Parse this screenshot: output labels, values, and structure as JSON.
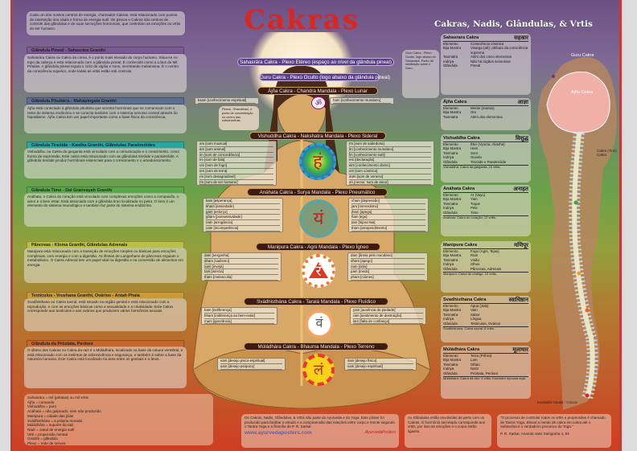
{
  "title": "Cakras",
  "right_title": "Cakras, Nadis, Glândulas, & Vrtis",
  "intro": "Cada um dos nossos centros de energia, chamados Cakras, está relacionado com pontos de interseção dos nádís e forma de energia sutil. Os plexos e Cakras são centros de controle das glândulas e de suas secreções hormonais, que controlam as emoções ou vrttis do ser humano.",
  "left_sections": [
    {
      "header": "Glândula Pineal - Sahasrára Granthi",
      "color": "#7a5a92",
      "text": "Sahasrára Cakra ou Cakra da coroa, é o ponto mais elevado do corpo humano. Situa-se no topo da cabeça e está relacionado com a glândula pineal. É conhecido como a Lótus de Mil Pétalas. A glândula pineal regula o ciclo de vigília e sono, secretando melatonina. É o centro da consciência superior, onde todas as vrttis estão sob controle."
    },
    {
      "header": "Glândula Pituitária - Mahápingala Granthi",
      "color": "#5a6e94",
      "text": "Ájña está conectado à glândula pituitária que secreta hormonas que se comunicam com o resto do sistema endócrino e se conecta também com o sistema nervoso central através do hipotálamo. Ájña Cakra tem um papel importante como a base física da consciência."
    },
    {
      "header": "Glândula Tireóide - Kantha Granthi, Glândulas Paratireóides",
      "color": "#2aa7a0",
      "text": "Vishuddha, ou Cakra da garganta está vinculado com a comunicação e o crescimento, como forma de expressão. Este cakra está relacionado com as glândulas tireóide e paratireóide. A glândula tireóide produz hormônios essenciais para o crescimento e o amadurecimento."
    },
    {
      "header": "Glândula Timo - Dal Granvayah Granthi",
      "color": "#5aa848",
      "text": "Anáhata, o Cakra do coração está vinculado com complexas emoções como a compaixão, o amor e o bem estar. Está associado com a glândula timo localizada no peito. O timo é um elemento do sistema imunológico e também faz parte do sistema endócrino."
    },
    {
      "header": "Pâncreas - Kloma Granthi, Glândulas Adrenais",
      "color": "#bcc040",
      "text": "Manipura está relacionado com a transição de emoções simples ou básicas para emoções complexas, com energia e com a digestão. As ilhotas de Langerhans do pâncreas regulam o metabolismo. O Cakra Adrenal tem um papel vital na digestão e na conversão de alimentos em energia."
    },
    {
      "header": "Testículos - Vrushana Granthi, Ovários - Antah Phala",
      "color": "#c89a38",
      "text": "Svadhisthana ou Cakra sacral, está situado na região genital e está relacionado com a reprodução, e com as emoções básicas como a sexualidade e a criatividade. Este Cakra corresponde aos testículos e aos ovários que produzem vários hormônios sexuais."
    },
    {
      "header": "Glândula da Próstata, Períneo",
      "color": "#c5662f",
      "text": "O último dos Cakras ou Cakra da raiz é o Múládhára, localizado na base da coluna vertebral, e está relacionado com os instintos de sobrevivência e segurança, e também é sobre a base da natureza humana. Este Cakra está localizado na área entre os genitais e o ânus."
    }
  ],
  "left_note": [
    "Sahasrára = mil (pétalas) ou mil vrttis",
    "Ájña = comando",
    "Vishuddha = puro",
    "Anáhata = não golpeado, som não produzido",
    "Manipura = cidade das jóias",
    "Svádhisthána = a própria morada",
    "Múládhára = suporte da raiz",
    "Nádí = canal de energia sutil",
    "Vrtti = propensão mental",
    "Granthi = glândula",
    "Plexo = rede de nervos"
  ],
  "chakra_bars": [
    {
      "label": "Sahasrára Cakra - Plexo Etéreo (espaço ao nível da glândula pineal)",
      "style": "purple"
    },
    {
      "label": "Guru Cakra - Plexo Oculto (logo abaixo da glândula pineal)",
      "style": "purple"
    },
    {
      "label": "Ájña Cakra - Chandra Mandala - Plexo Lunar",
      "style": "dark"
    },
    {
      "label": "Vishuddha Cakra - Nakshatra Mandala - Plexo Sideral",
      "style": "dark"
    },
    {
      "label": "Anáhata Cakra - Surya Mandala - Plexo Pneumático",
      "style": "dark"
    },
    {
      "label": "Manipura Cakra - Agni Mandala - Plexo Ígneo",
      "style": "dark"
    },
    {
      "label": "Svádhisthána Cakra - Taralá Mandala - Plexo Fluídico",
      "style": "dark"
    },
    {
      "label": "Múládhára Cakra - Bhauma Mandala - Plexo Terreno",
      "style": "dark"
    }
  ],
  "ajna_vrittis": {
    "left": "ksam [conhecimento espiritual]",
    "right": "ham [conhecimento mundano]"
  },
  "guru_note": "Guru Cakra - Plexo Oculto, logo abaixo do Sahasrára. Ponto de meditação sobre o Guru.",
  "pineal_note": "Pineal - Shambhavi, o ponto de concentração no centro das sobrancelhas.",
  "bija": {
    "vishuddha": "हं",
    "anahata": "यं",
    "manipura": "रं",
    "svadhisthana": "वं",
    "muladhara": "लं",
    "ajna": "ॐ"
  },
  "vrittis": {
    "vishuddha_left": [
      "am [som musical]",
      "ām [som animal]",
      "im [som de concordância]",
      "īm [som de fala]",
      "um [som de fogo]",
      "ūm [som de terra]",
      "ṛm [som desagradável]",
      "ṝm [som de ser humano]"
    ],
    "vishuddha_right": [
      "ṝm [som de sabedoria]",
      "ḷm [conhecimento mundano]",
      "ḹm [conhecimento sutil]",
      "em [declaração]",
      "aim [conhecimento divino]",
      "om [som cósmico]",
      "aum [som de veneno]",
      "ah [néctar, som de amor]"
    ],
    "anahata_left": [
      "kam [esperança]",
      "kham [ansiedade]",
      "gam [esforço]",
      "gham [possessividade]",
      "ṅam [arrogância]",
      "cam [incompetência]"
    ],
    "anahata_right": [
      "cham [depressão]",
      "jam [nervosismo]",
      "jham [apego]",
      "ñam [ego]",
      "ṭam [hipocrisia]",
      "ṭham [arrependimento]"
    ],
    "manipura_left": [
      "ḍam [vergonha]",
      "ḍham [sadismo]",
      "ṇam [inveja]",
      "tam [inércia]",
      "tham [melancolia]"
    ],
    "manipura_right": [
      "dam [ânsia pelo mundano]",
      "dham [apego]",
      "nam [ódio]",
      "pam [medo]",
      "pham [ciúmes]"
    ],
    "svadhisthana_left": [
      "bam [indiferença]",
      "bham [indiferença ao bem-estar]",
      "mam [ignorância]"
    ],
    "svadhisthana_right": [
      "yam [ausência de piedade]",
      "ram [sentimento de destruição]",
      "lam [falta de confiança]"
    ],
    "muladhara_left": [
      "vam [desejo psico-espiritual]",
      "ṣam [desejo psíquico]"
    ],
    "muladhara_right": [
      "śam [desejo físico]",
      "sam [desejo espiritual]"
    ]
  },
  "right_tables": [
    {
      "name": "Sahasrara Cakra",
      "dev": "सहस्रार",
      "rows": [
        [
          "Elemento",
          "Consciência cósmica"
        ],
        [
          "Bija Mantra",
          "Visarga (ah); atributo da consciência suprema"
        ],
        [
          "Tanmatra",
          "Além dos cinco elementos"
        ],
        [
          "Indriya",
          "Não há órgãos sensoriais"
        ],
        [
          "Glândula",
          "Pineal"
        ]
      ],
      "note": ""
    },
    {
      "name": "Ájña Cakra",
      "dev": "आज्ञा",
      "rows": [
        [
          "Elemento",
          "Mente (manas)"
        ],
        [
          "Bija Mantra",
          "Om"
        ],
        [
          "Tanmatra",
          "Além dos elementos"
        ]
      ],
      "note": ""
    },
    {
      "name": "Vishuddha Cakra",
      "dev": "विशुद्ध",
      "rows": [
        [
          "Elemento",
          "Éter (Vyoma, Akasha)"
        ],
        [
          "Bija Mantra",
          "Ham"
        ],
        [
          "Tanmatra",
          "Som"
        ],
        [
          "Indriya",
          "Ouvido"
        ],
        [
          "Glândula",
          "Tireóide e Paratireóide"
        ]
      ],
      "note": "Vishuddha: Cakra da garganta; 16 vrttis."
    },
    {
      "name": "Anáhata Cakra",
      "dev": "अनाहत",
      "rows": [
        [
          "Elemento",
          "Ar (Vayu)"
        ],
        [
          "Bija Mantra",
          "Yam"
        ],
        [
          "Tanmatra",
          "Toque"
        ],
        [
          "Indriya",
          "Pele"
        ],
        [
          "Glândula",
          "Timo"
        ]
      ],
      "note": "Anáhata: Cakra do coração; 12 vrttis."
    },
    {
      "name": "Manipura Cakra",
      "dev": "मणिपूर",
      "rows": [
        [
          "Elemento",
          "Fogo (Agni, Tejas)"
        ],
        [
          "Bija Mantra",
          "Ram"
        ],
        [
          "Tanmatra",
          "Visão"
        ],
        [
          "Indriya",
          "Olhos"
        ],
        [
          "Glândula",
          "Pâncreas, Adrenais"
        ]
      ],
      "note": "Manipura: Cakra do umbigo; 10 vrttis."
    },
    {
      "name": "Svadhisthana Cakra",
      "dev": "स्वाधिष्ठान",
      "rows": [
        [
          "Elemento",
          "Água (Jala)"
        ],
        [
          "Bija Mantra",
          "Vam"
        ],
        [
          "Tanmatra",
          "Sabor"
        ],
        [
          "Indriya",
          "Língua"
        ],
        [
          "Glândula",
          "Testículos, Ovários"
        ]
      ],
      "note": "Svadhisthana: Cakra sacral; 6 vrttis."
    },
    {
      "name": "Múládhára Cakra",
      "dev": "मूलाधार",
      "rows": [
        [
          "Elemento",
          "Terra (Prthivi)"
        ],
        [
          "Bija Mantra",
          "Lam"
        ],
        [
          "Tanmatra",
          "Olfato"
        ],
        [
          "Indriya",
          "Nariz"
        ],
        [
          "Glândula",
          "Próstata, Períneo"
        ]
      ],
      "note": "Múládhára: Cakra da raiz; 4 vrttis. Kundalini repousa aqui."
    }
  ],
  "spine_labels": {
    "guru": "Guru Cakra",
    "ajna": "Ájña Cakra",
    "tireoide": "Cakra (Tiroi) Cakra",
    "kundalini": "Kundalini Shakti - Cóccix"
  },
  "bottom": {
    "box1": "Os Cakras, Nadis, Glândulas, & Vrttis são parte do Ayurveda e do Yoga. Este pôster foi produzido para facilitar o estudo e a compreensão das relações entre corpo e mente segundo o Tantra Yoga e a filosofia de P. R. Sarkar.",
    "url": "www.ayurvedaposters.com",
    "logo": "AyurvedaPosters",
    "box2": "As Glândulas estão envolvidas de perto com os Cakras. O hormônio secretado corresponde aos vrttis, por isso as emoções e o corpo estão ligados.",
    "box3": "\"O processo de controlar todos os vrttis e propensões é chamado de Tantra Yoga. Elevar a mente de cakra em cakra até o Sahasrára é o verdadeiro processo do Yoga.\"",
    "quote_author": "P. R. Sarkar, Ananda Vanii Samgraha 4, 53"
  },
  "colors": {
    "title": "#d9261f",
    "bar_dark": "#3d1a12",
    "bar_purple": "#5b3f86"
  }
}
